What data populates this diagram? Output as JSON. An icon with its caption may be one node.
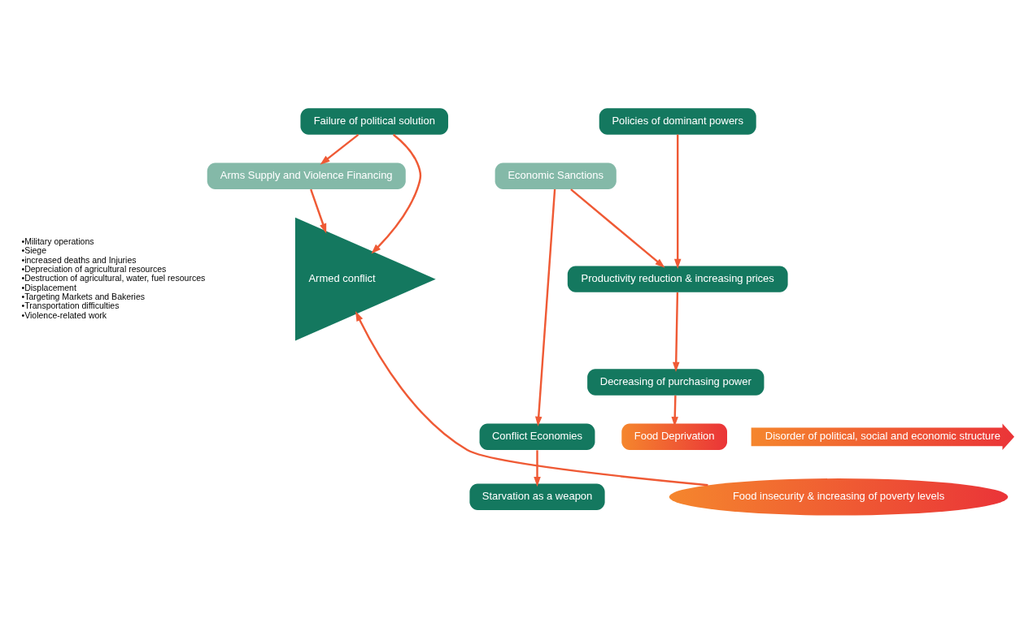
{
  "diagram": {
    "nodes": [
      {
        "text": [
          "Failure of political solution"
        ]
      },
      {
        "text": [
          "Policies of dominant powers"
        ]
      },
      {
        "text": [
          "Arms Supply and Violence Financing"
        ]
      },
      {
        "text": [
          "Economic Sanctions"
        ]
      },
      {
        "text": [
          "Productivity reduction & increasing prices"
        ]
      },
      {
        "text": [
          "Decreasing of purchasing power"
        ]
      },
      {
        "text": [
          "Armed conflict"
        ],
        "beside": [
          "•Military operations",
          "•Siege",
          "•increased deaths and Injuries",
          "•Depreciation of agricultural resources",
          "•Destruction of agricultural, water, fuel resources",
          "•Displacement",
          "•Targeting Markets and Bakeries",
          "•Transportation difficulties",
          "•Violence-related work"
        ]
      },
      {
        "text": [
          "Conflict Economies"
        ]
      },
      {
        "text": [
          "Food Deprivation"
        ]
      },
      {
        "text": [
          "Disorder of political, social and economic structure"
        ]
      },
      {
        "text": [
          "Starvation as a weapon"
        ]
      },
      {
        "text": [
          "Food insecurity & increasing of poverty levels"
        ]
      }
    ],
    "edges": [
      {
        "from": 0,
        "to": 2,
        "arrow": "to"
      },
      {
        "from": 0,
        "to": 6,
        "arrow": "to"
      },
      {
        "from": 1,
        "to": 4,
        "arrow": "to"
      },
      {
        "from": 3,
        "to": 4,
        "arrow": "to"
      },
      {
        "from": 4,
        "to": 5,
        "arrow": "to"
      },
      {
        "from": 5,
        "to": 8,
        "arrow": "to"
      },
      {
        "from": 2,
        "to": 6,
        "arrow": "to"
      },
      {
        "from": 3,
        "to": 7,
        "arrow": "to"
      },
      {
        "from": 7,
        "to": 10,
        "arrow": "to"
      },
      {
        "from": 11,
        "to": 6,
        "arrow": "to"
      }
    ]
  }
}
